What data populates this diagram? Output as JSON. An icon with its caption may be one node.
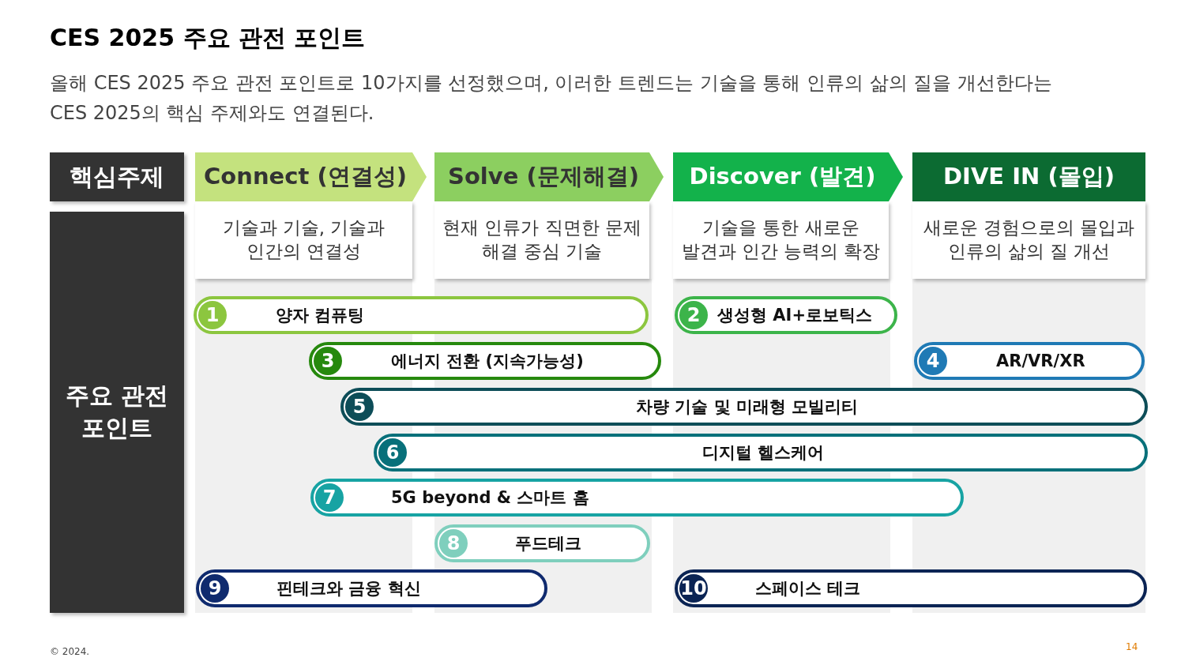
{
  "diagram": {
    "title": "CES 2025 주요 관전 포인트",
    "nodes": [
      {
        "text": [
          "핵심주제"
        ]
      },
      {
        "text": [
          "Connect (연결성)",
          "기술과 기술, 기술과 인간의 연결성"
        ]
      },
      {
        "text": [
          "Solve (문제해결)",
          "현재 인류가 직면한 문제 해결 중심 기술"
        ]
      },
      {
        "text": [
          "Discover (발견)",
          "기술을 통한 새로운 발견과 인간 능력의 확장"
        ]
      },
      {
        "text": [
          "DIVE IN (몰입)",
          "새로운 경험으로의 몰입과 인류의 삶의 질 개선"
        ]
      },
      {
        "text": [
          "주요 관전 포인트"
        ]
      },
      {
        "text": [
          "1",
          "양자 컴퓨팅"
        ]
      },
      {
        "text": [
          "2",
          "생성형 AI+로보틱스"
        ]
      },
      {
        "text": [
          "3",
          "에너지 전환 (지속가능성)"
        ]
      },
      {
        "text": [
          "4",
          "AR/VR/XR"
        ]
      },
      {
        "text": [
          "5",
          "차량 기술 및 미래형 모빌리티"
        ]
      },
      {
        "text": [
          "6",
          "디지털 헬스케어"
        ]
      },
      {
        "text": [
          "7",
          "5G beyond  & 스마트 홈"
        ]
      },
      {
        "text": [
          "8",
          "푸드테크"
        ]
      },
      {
        "text": [
          "9",
          "핀테크와 금융 혁신"
        ]
      },
      {
        "text": [
          "10",
          "스페이스 테크"
        ]
      }
    ],
    "labels": [
      "올해 CES 2025 주요 관전 포인트로 10가지를 선정했으며, 이러한 트렌드는 기술을 통해 인류의 삶의 질을 개선한다는 CES 2025의 핵심 주제와도 연결된다.",
      "© 2024.",
      "14"
    ]
  }
}
